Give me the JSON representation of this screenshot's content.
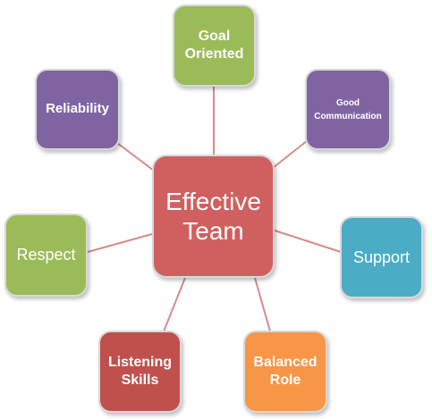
{
  "center": {
    "label": "Effective\nTeam",
    "color": "#d0605f"
  },
  "nodes": [
    {
      "id": "goal",
      "label": "Goal\nOriented",
      "color": "#9bbb59"
    },
    {
      "id": "comm",
      "label": "Good\nCommunication",
      "color": "#8064a2"
    },
    {
      "id": "support",
      "label": "Support",
      "color": "#4bacc6"
    },
    {
      "id": "balanced",
      "label": "Balanced\nRole",
      "color": "#f79646"
    },
    {
      "id": "listening",
      "label": "Listening\nSkills",
      "color": "#c0504d"
    },
    {
      "id": "respect",
      "label": "Respect",
      "color": "#9bbb59"
    },
    {
      "id": "reliability",
      "label": "Reliability",
      "color": "#8064a2"
    }
  ],
  "connector_color": "#d98a88"
}
